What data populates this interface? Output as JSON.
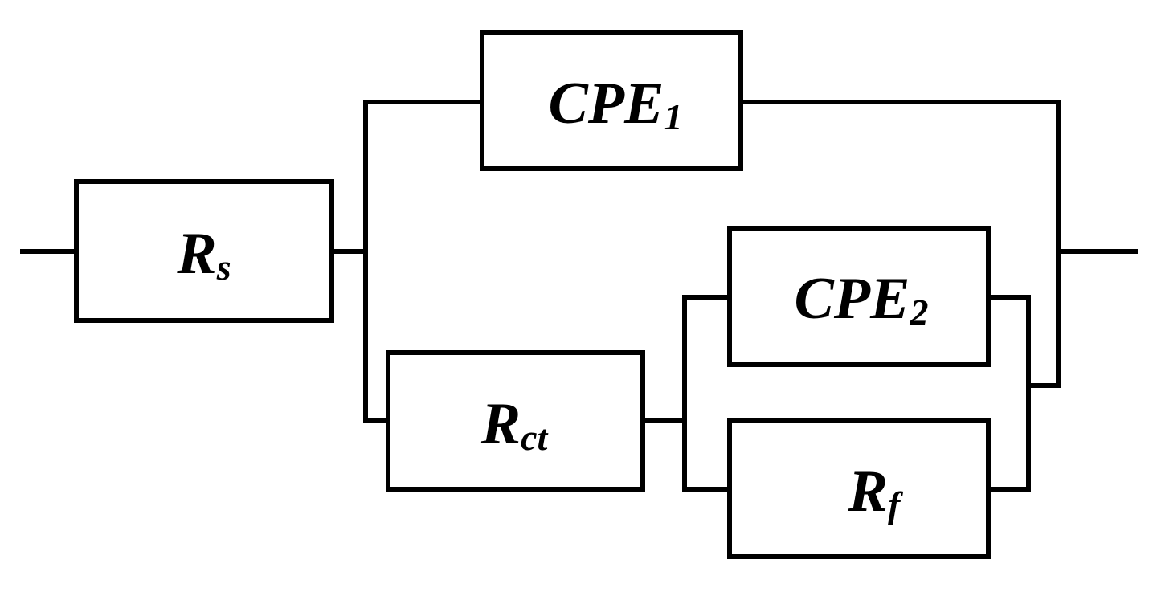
{
  "components": {
    "rs": {
      "main": "R",
      "sub": "s"
    },
    "cpe1": {
      "main": "CPE",
      "sub": "1"
    },
    "rct": {
      "main": "R",
      "sub": "ct"
    },
    "cpe2": {
      "main": "CPE",
      "sub": "2"
    },
    "rf": {
      "main": "R",
      "sub": "f"
    }
  }
}
